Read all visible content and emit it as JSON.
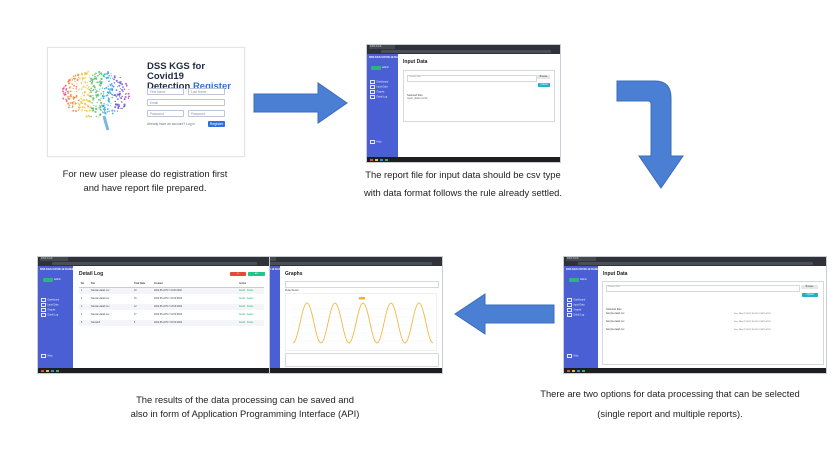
{
  "captions": {
    "step1_line1": "For new user please do registration first",
    "step1_line2": "and have report file prepared.",
    "step2_line1": "The report file for input data should be csv type",
    "step2_line2": "with data format follows the rule already settled.",
    "step3_line1": "There are two options for data processing that can be selected",
    "step3_line2": "(single report and multiple reports).",
    "step4_line1": "The results of the data processing can be saved and",
    "step4_line2": "also in form of Application Programming Interface (API)"
  },
  "colors": {
    "arrow": "#4a7fd4",
    "arrow_border": "#3a6cb8",
    "sidebar": "#4a5fd3",
    "accent": "#2f6fdf"
  },
  "registration": {
    "title_line1": "DSS KGS for Covid19",
    "title_line2": "Detection",
    "title_accent": "Register",
    "first_name": "First Name",
    "last_name": "Last Name",
    "email": "Email",
    "password": "Password",
    "repeat_password": "Password",
    "login_link": "Already have an account? Log in",
    "register_button": "Register"
  },
  "app": {
    "sidebar_title": "DSS KGS COVID-19 DASHBOARD",
    "user_label": "Admin",
    "menu": [
      "Dashboard",
      "Input Data",
      "Graphs",
      "Detail Log"
    ],
    "help": "Help",
    "input_title": "Input Data",
    "choose_files": "Choose File",
    "browse": "Browse",
    "upload": "Upload",
    "selected_files": "Selected files:",
    "single_file": "report_data1.csv.file",
    "multi_files": [
      "Sample-data1.csv",
      "Sample-data2.csv",
      "Sample-data3.csv"
    ],
    "file_dates": [
      "Sun, May 22 2022 16:31:14 GMT+0700",
      "Sun, May 22 2022 16:31:14 GMT+0700",
      "Sun, May 22 2022 16:31:14 GMT+0700"
    ],
    "graphs_title": "Graphs",
    "chart_heading": "Pulse Result",
    "detail_title": "Detail Log",
    "table_headers": [
      "No",
      "File",
      "Total Data",
      "Created",
      "Action"
    ],
    "table_rows": [
      [
        "1",
        "Sample-data1.csv",
        "10",
        "2022-05-22T17:11:00.000Z",
        "Detail · Delete"
      ],
      [
        "2",
        "Sample-data2.csv",
        "15",
        "2022-05-22T17:12:00.000Z",
        "Detail · Delete"
      ],
      [
        "3",
        "Sample-data3.csv",
        "12",
        "2022-05-22T17:13:00.000Z",
        "Detail · Delete"
      ],
      [
        "4",
        "Sample-data4.csv",
        "17",
        "2022-05-22T17:14:00.000Z",
        "Detail · Delete"
      ],
      [
        "5",
        "Sample5",
        "5",
        "2022-05-22T17:15:00.000Z",
        "Detail · Delete"
      ]
    ]
  }
}
